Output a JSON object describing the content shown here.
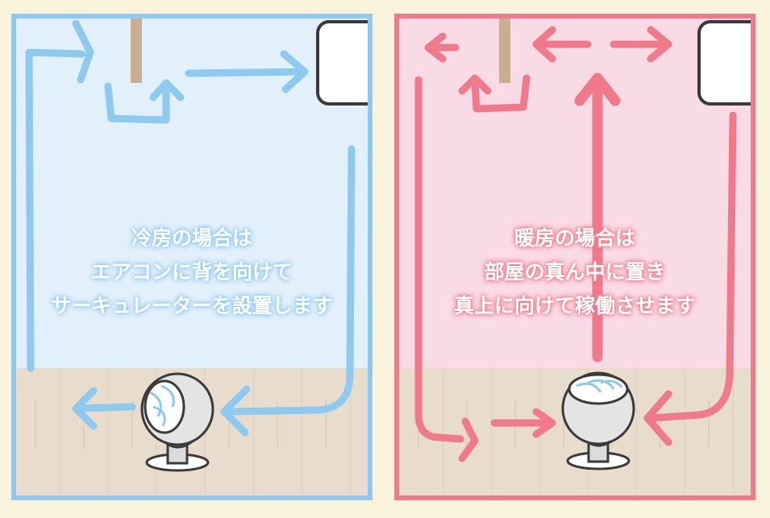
{
  "colors": {
    "page_background": "#f9f3dc",
    "cooling_accent": "#8ec9ef",
    "cooling_wall": "#e2f0fb",
    "heating_accent": "#f07a8a",
    "heating_wall": "#f9dbe6",
    "floor": "#e9dccd"
  },
  "icons": [
    "air-conditioner-icon",
    "ceiling-pendant-icon",
    "circulator-fan-icon",
    "airflow-arrow-icon"
  ],
  "panels": [
    {
      "id": "cooling",
      "caption_lines": [
        "冷房の場合は",
        "エアコンに背を向けて",
        "サーキュレーターを設置します"
      ]
    },
    {
      "id": "heating",
      "caption_lines": [
        "暖房の場合は",
        "部屋の真ん中に置き",
        "真上に向けて稼働させます"
      ]
    }
  ]
}
